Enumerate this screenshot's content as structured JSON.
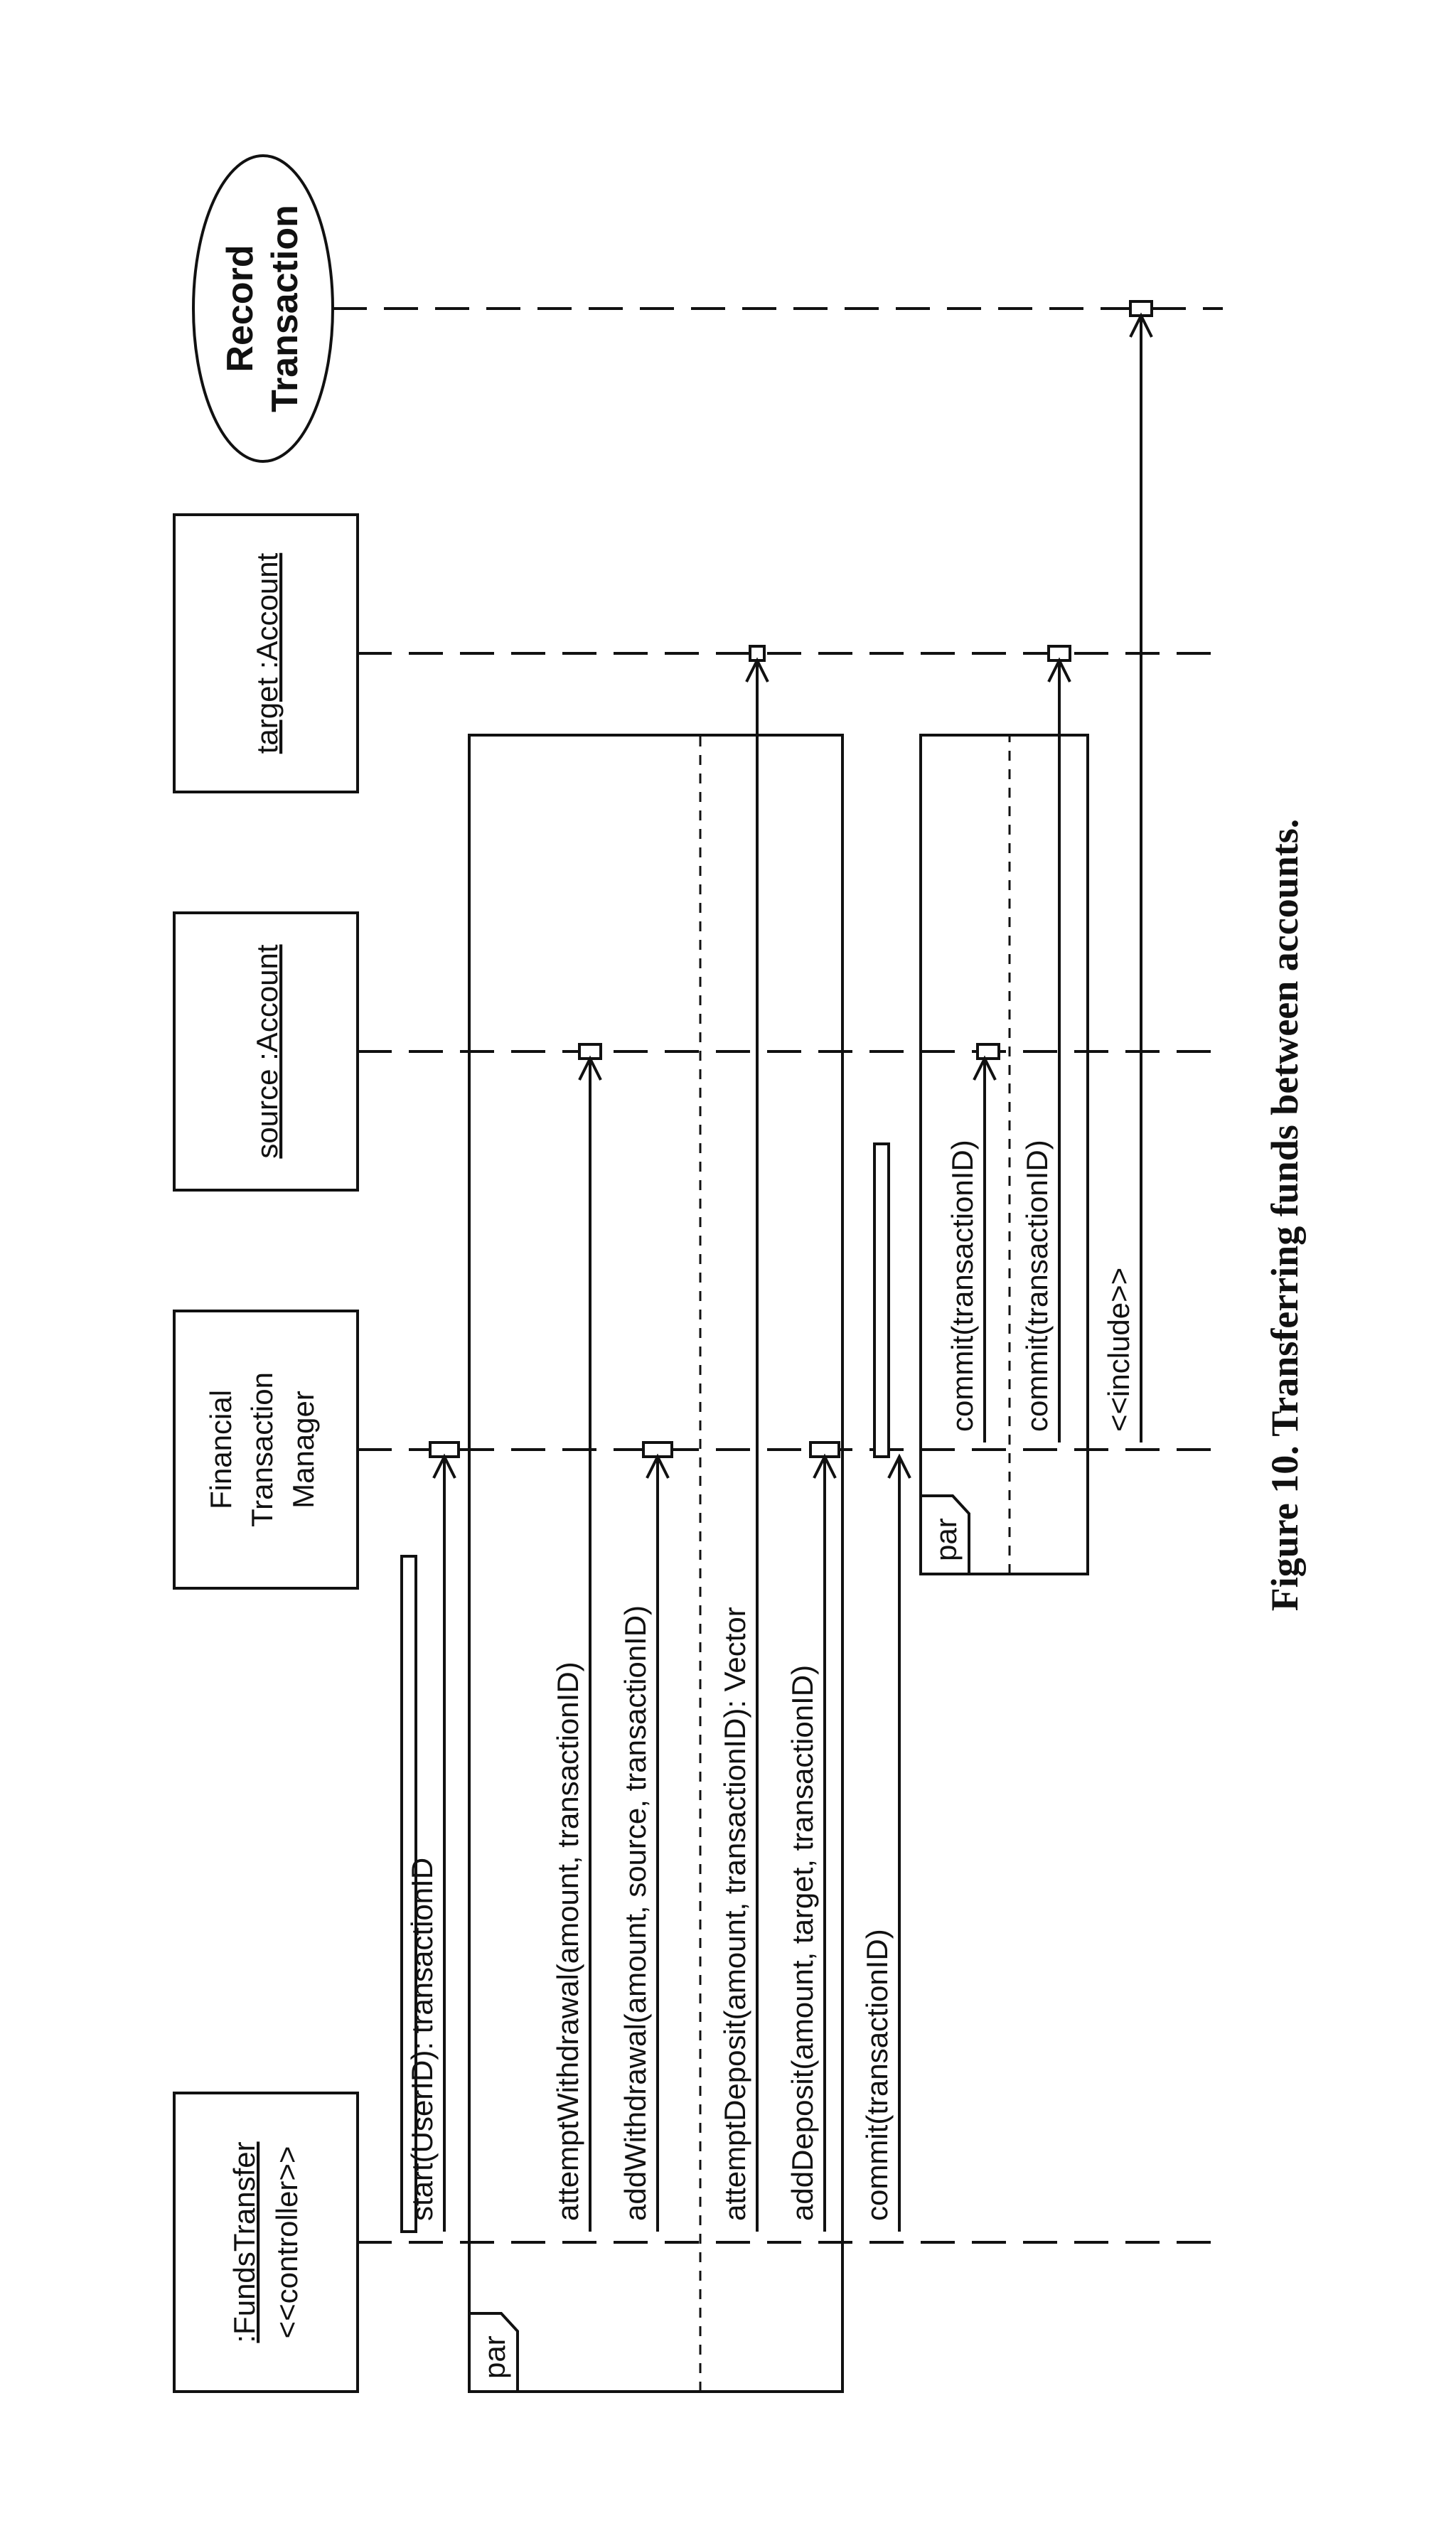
{
  "participants": {
    "funds_transfer": {
      "name": ":FundsTransfer",
      "stereotype": "<<controller>>"
    },
    "ftm": {
      "line1": "Financial",
      "line2": "Transaction",
      "line3": "Manager"
    },
    "source": {
      "name": "source :Account"
    },
    "target": {
      "name": "target :Account"
    },
    "record": {
      "line1": "Record",
      "line2": "Transaction"
    }
  },
  "fragments": {
    "par_label": "par"
  },
  "messages": {
    "start": "start(UserID): transactionID",
    "attempt_withdrawal": "attemptWithdrawal(amount, transactionID)",
    "add_withdrawal": "addWithdrawal(amount, source, transactionID)",
    "attempt_deposit": "attemptDeposit(amount, transactionID): Vector",
    "add_deposit": "addDeposit(amount, target, transactionID)",
    "commit_main": "commit(transactionID)",
    "commit_source": "commit(transactionID)",
    "commit_target": "commit(transactionID)",
    "include": "<<include>>"
  },
  "caption": "Figure 10.  Transferring funds between accounts."
}
